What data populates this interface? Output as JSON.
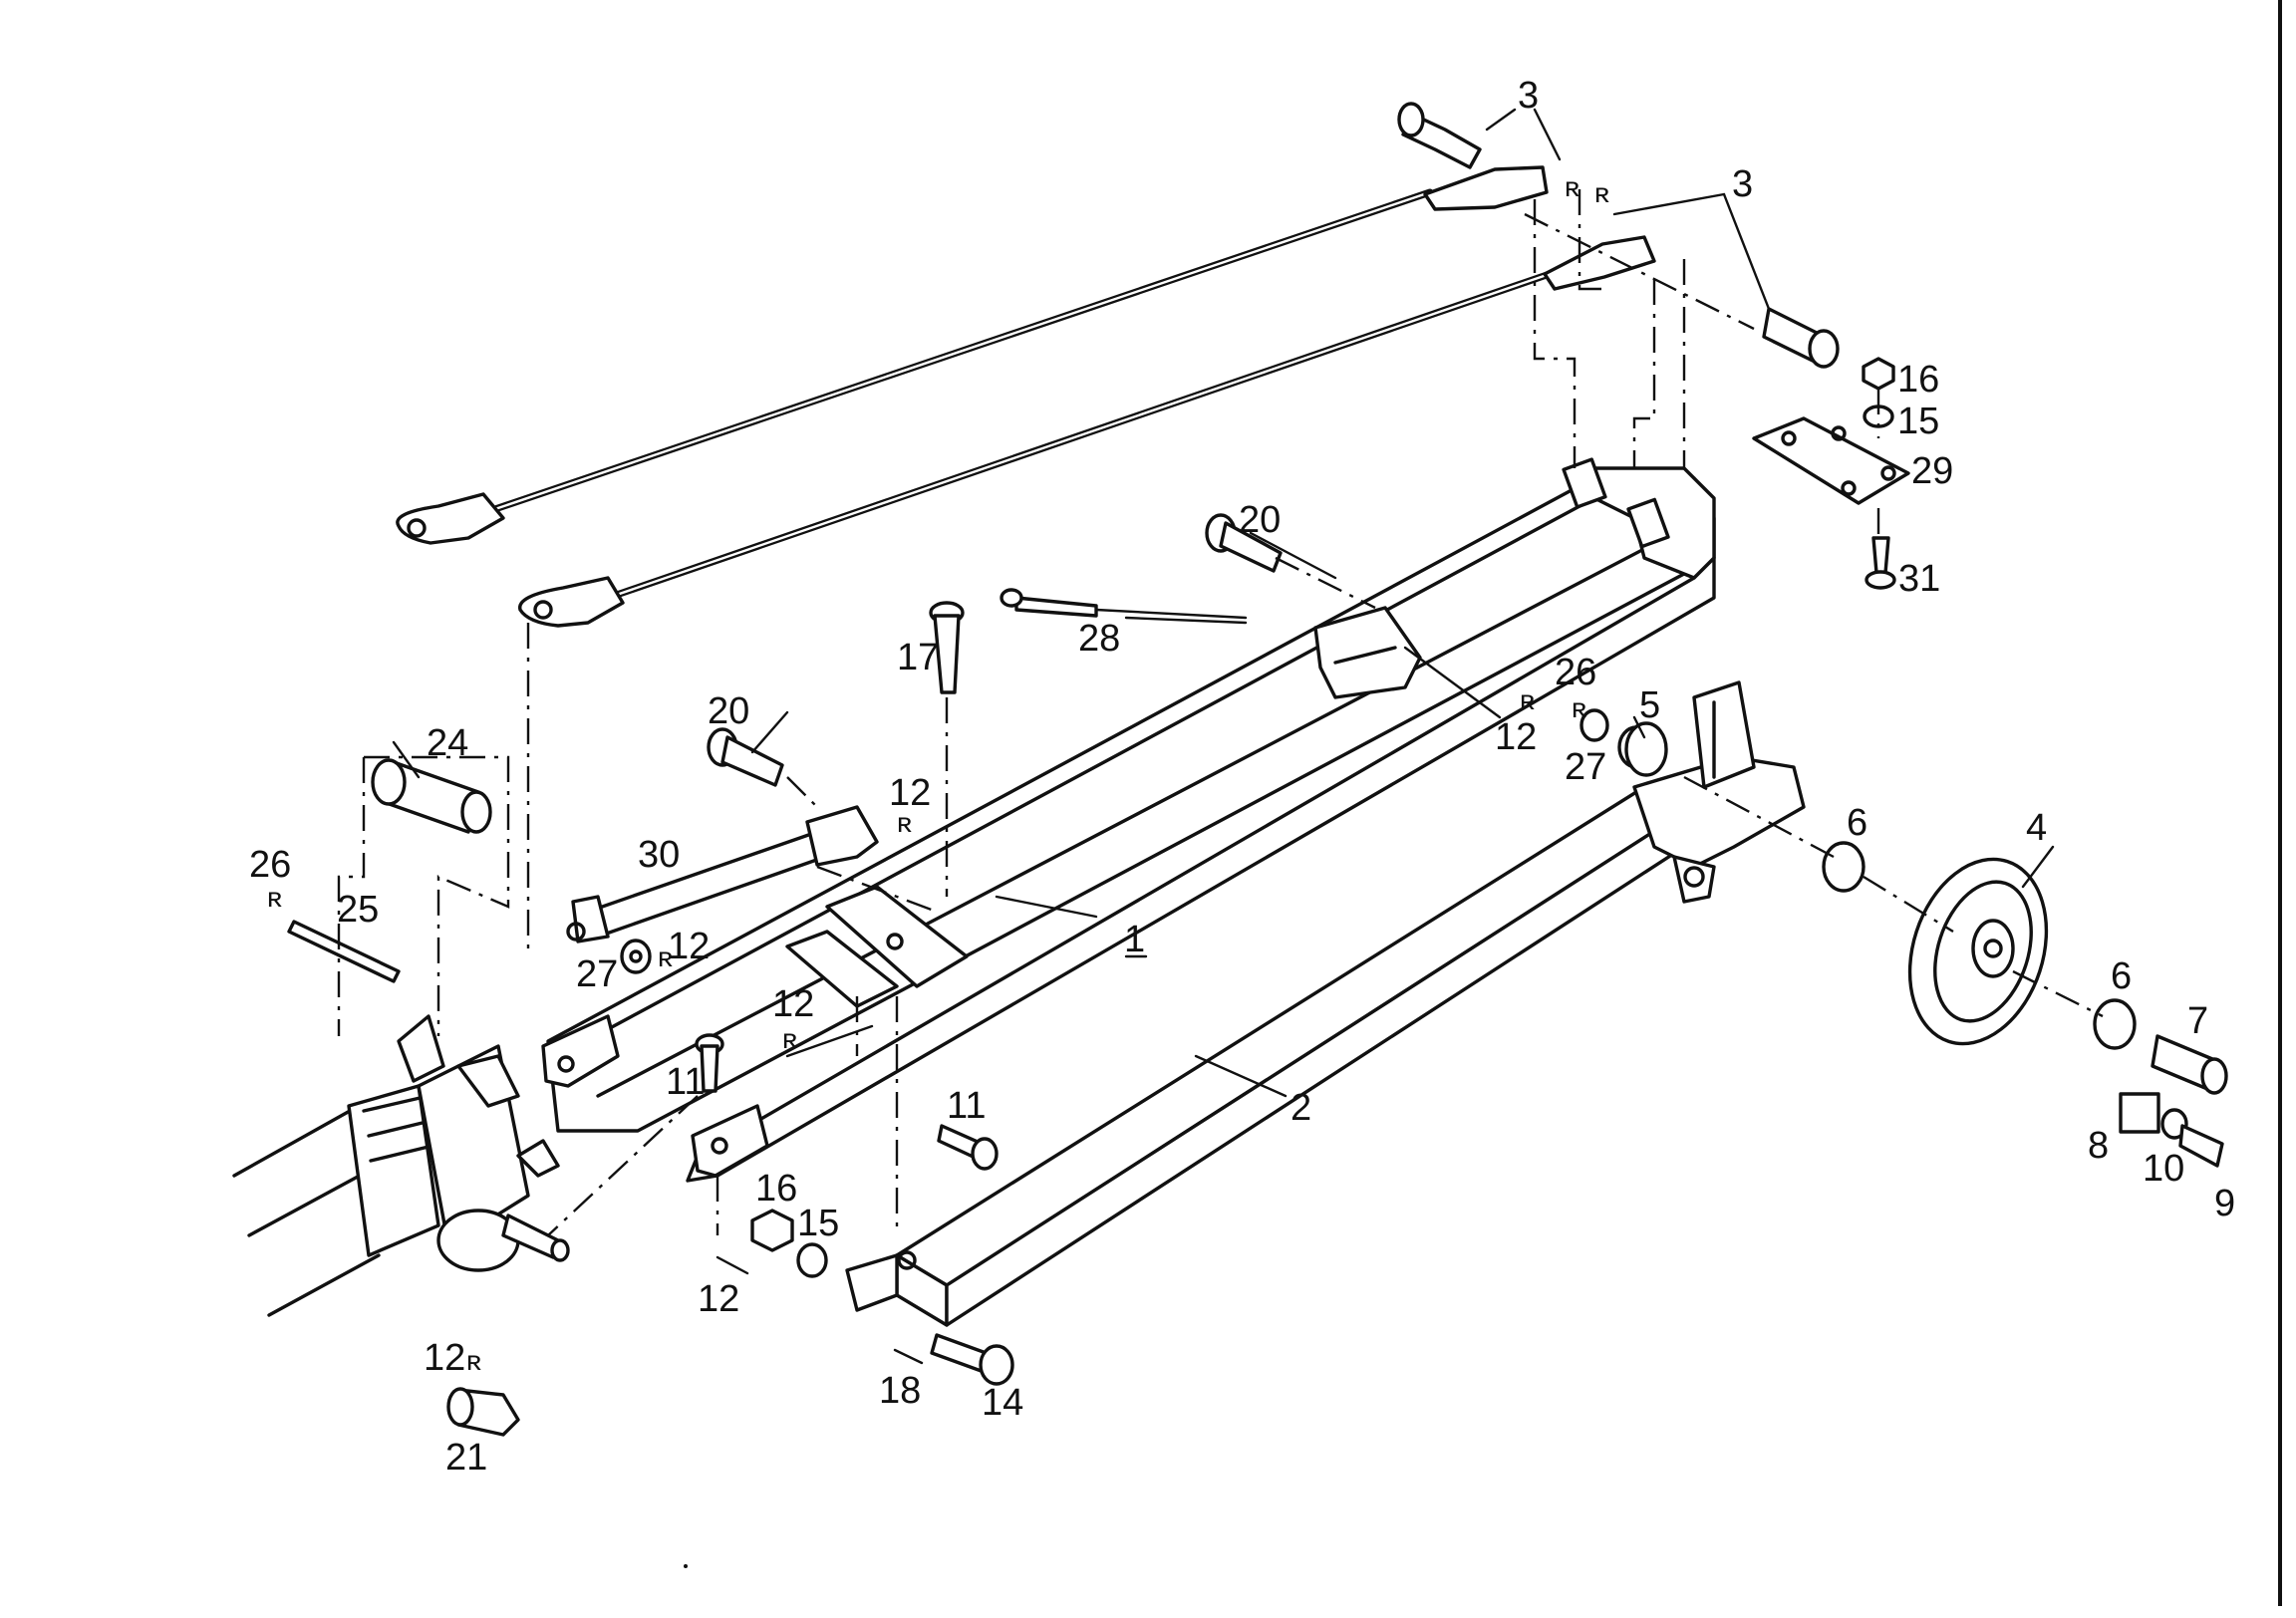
{
  "callouts": {
    "c3a": "3",
    "c3b": "3",
    "c16a": "16",
    "c15a": "15",
    "c29": "29",
    "c31": "31",
    "c20a": "20",
    "c28": "28",
    "c17": "17",
    "c12a": "12",
    "c26a": "26",
    "c5": "5",
    "c27a": "27",
    "c20b": "20",
    "c24": "24",
    "c12b": "12",
    "c30": "30",
    "c6a": "6",
    "c4": "4",
    "c26b": "26",
    "c25": "25",
    "c27b": "27",
    "c12c": "12",
    "c1": "1",
    "c12d": "12",
    "c11a": "11",
    "c11b": "11",
    "c6b": "6",
    "c7": "7",
    "c2": "2",
    "c8": "8",
    "c10": "10",
    "c9": "9",
    "c16b": "16",
    "c15b": "15",
    "c12e": "12",
    "c18": "18",
    "c14": "14",
    "c12f": "12",
    "c21": "21"
  },
  "pin_symbol": "ʀ"
}
